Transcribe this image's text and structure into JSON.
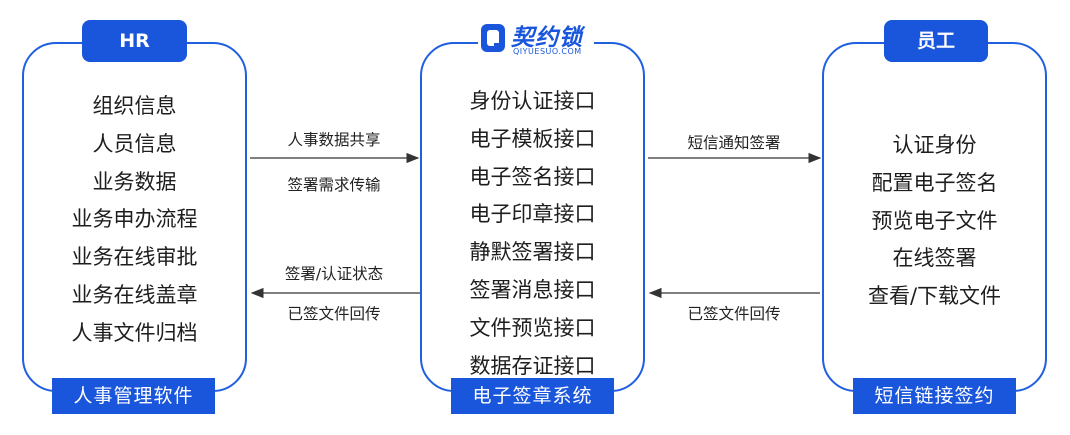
{
  "left": {
    "title": "HR",
    "items": [
      "组织信息",
      "人员信息",
      "业务数据",
      "业务申办流程",
      "业务在线审批",
      "业务在线盖章",
      "人事文件归档"
    ],
    "footer": "人事管理软件"
  },
  "center": {
    "logo": {
      "text": "契约锁",
      "sub": "QIYUESUO.COM",
      "color": "#1a56dc"
    },
    "items": [
      "身份认证接口",
      "电子模板接口",
      "电子签名接口",
      "电子印章接口",
      "静默签署接口",
      "签署消息接口",
      "文件预览接口",
      "数据存证接口"
    ],
    "footer": "电子签章系统"
  },
  "right": {
    "title": "员工",
    "items": [
      "认证身份",
      "配置电子签名",
      "预览电子文件",
      "在线签署",
      "查看/下载文件"
    ],
    "footer": "短信链接签约"
  },
  "flows": {
    "hr_to_system": {
      "top": "人事数据共享",
      "bottom": "签署需求传输"
    },
    "system_to_hr": {
      "top": "签署/认证状态",
      "bottom": "已签文件回传"
    },
    "system_to_staff": {
      "top": "短信通知签署"
    },
    "staff_to_system": {
      "bottom": "已签文件回传"
    }
  },
  "colors": {
    "accent": "#1a56dc",
    "border": "#1f5fe0",
    "arrow": "#333333"
  }
}
